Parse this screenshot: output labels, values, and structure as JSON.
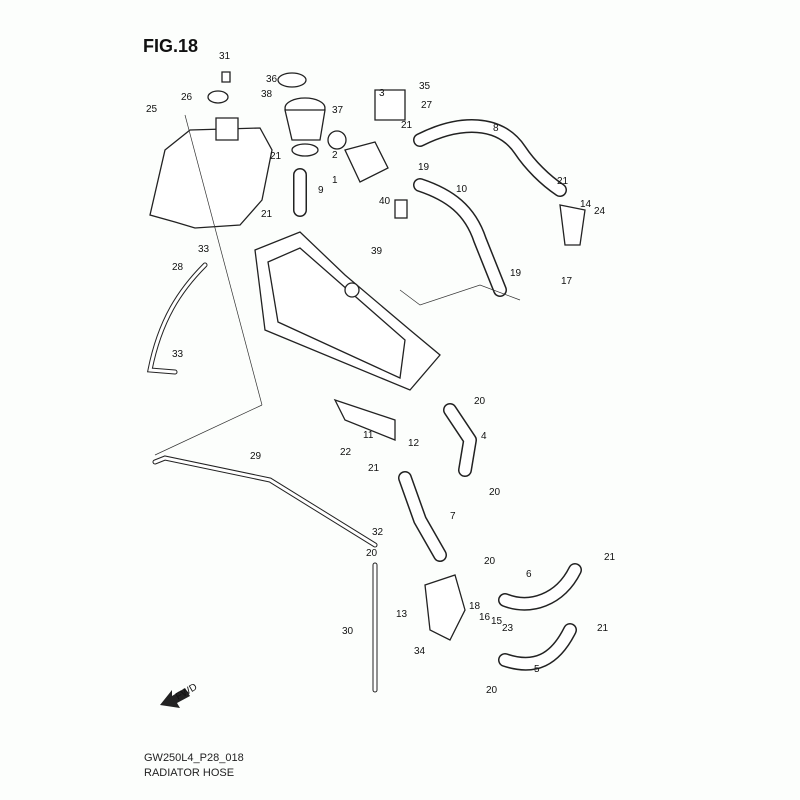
{
  "figure": {
    "title": "FIG.18",
    "code": "GW250L4_P28_018",
    "name": "RADIATOR HOSE",
    "fwd_label": "FWD"
  },
  "callouts": [
    "31",
    "26",
    "25",
    "36",
    "38",
    "37",
    "3",
    "35",
    "27",
    "8",
    "21",
    "21",
    "2",
    "1",
    "19",
    "10",
    "40",
    "39",
    "21",
    "14",
    "24",
    "17",
    "9",
    "21",
    "33",
    "28",
    "33",
    "19",
    "20",
    "4",
    "11",
    "12",
    "22",
    "21",
    "20",
    "29",
    "7",
    "32",
    "20",
    "20",
    "21",
    "6",
    "13",
    "18",
    "16",
    "15",
    "23",
    "21",
    "30",
    "34",
    "20",
    "5"
  ]
}
